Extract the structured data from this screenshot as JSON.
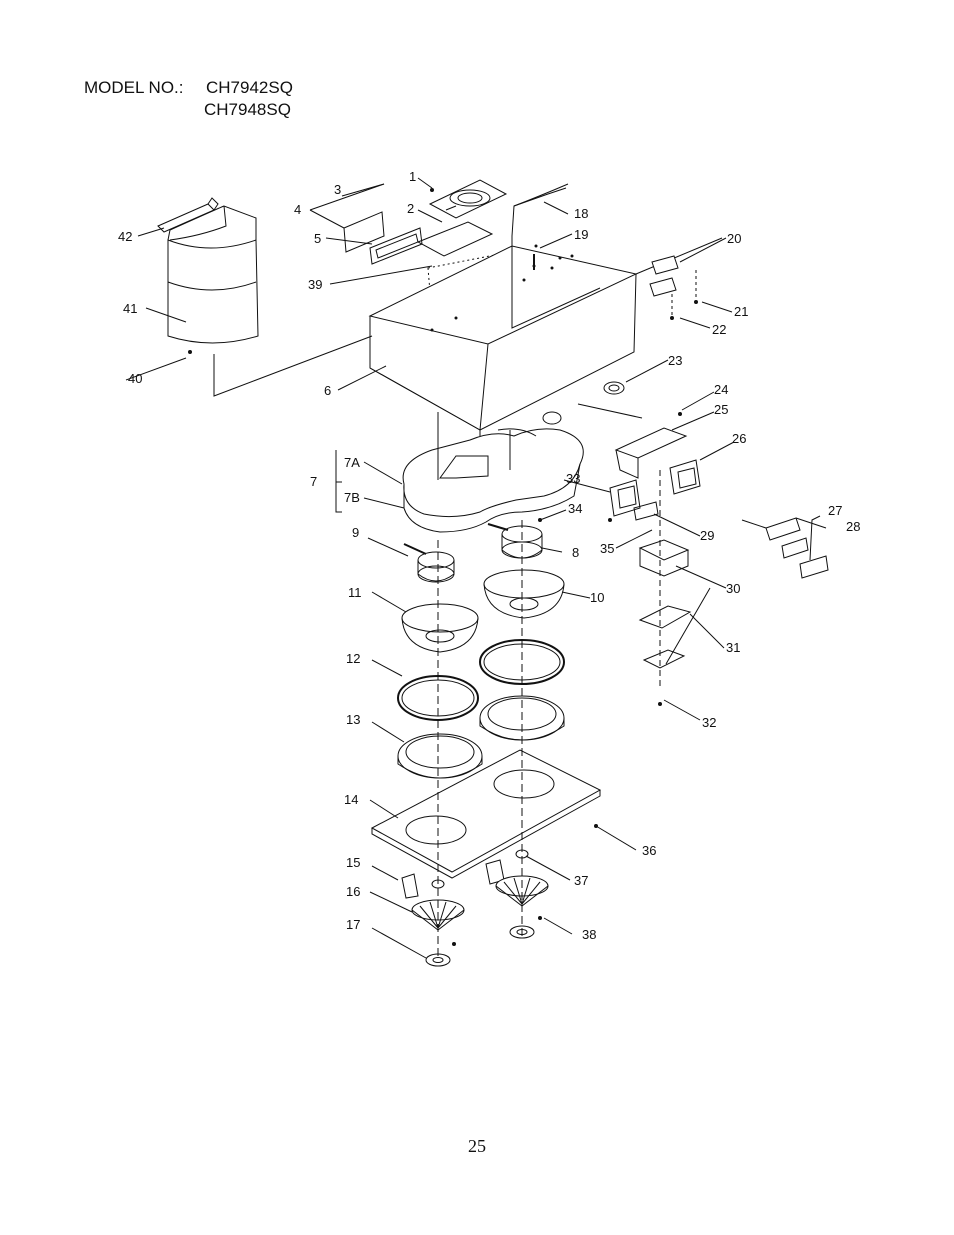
{
  "header": {
    "model_label": "MODEL NO.:",
    "models": [
      "CH7942SQ",
      "CH7948SQ"
    ]
  },
  "callouts": [
    "1",
    "2",
    "3",
    "4",
    "5",
    "6",
    "7",
    "7A",
    "7B",
    "8",
    "9",
    "10",
    "11",
    "12",
    "13",
    "14",
    "15",
    "16",
    "17",
    "18",
    "19",
    "20",
    "21",
    "22",
    "23",
    "24",
    "25",
    "26",
    "27",
    "28",
    "29",
    "30",
    "31",
    "32",
    "33",
    "34",
    "35",
    "36",
    "37",
    "38",
    "39",
    "40",
    "41",
    "42"
  ],
  "page_number": "25"
}
